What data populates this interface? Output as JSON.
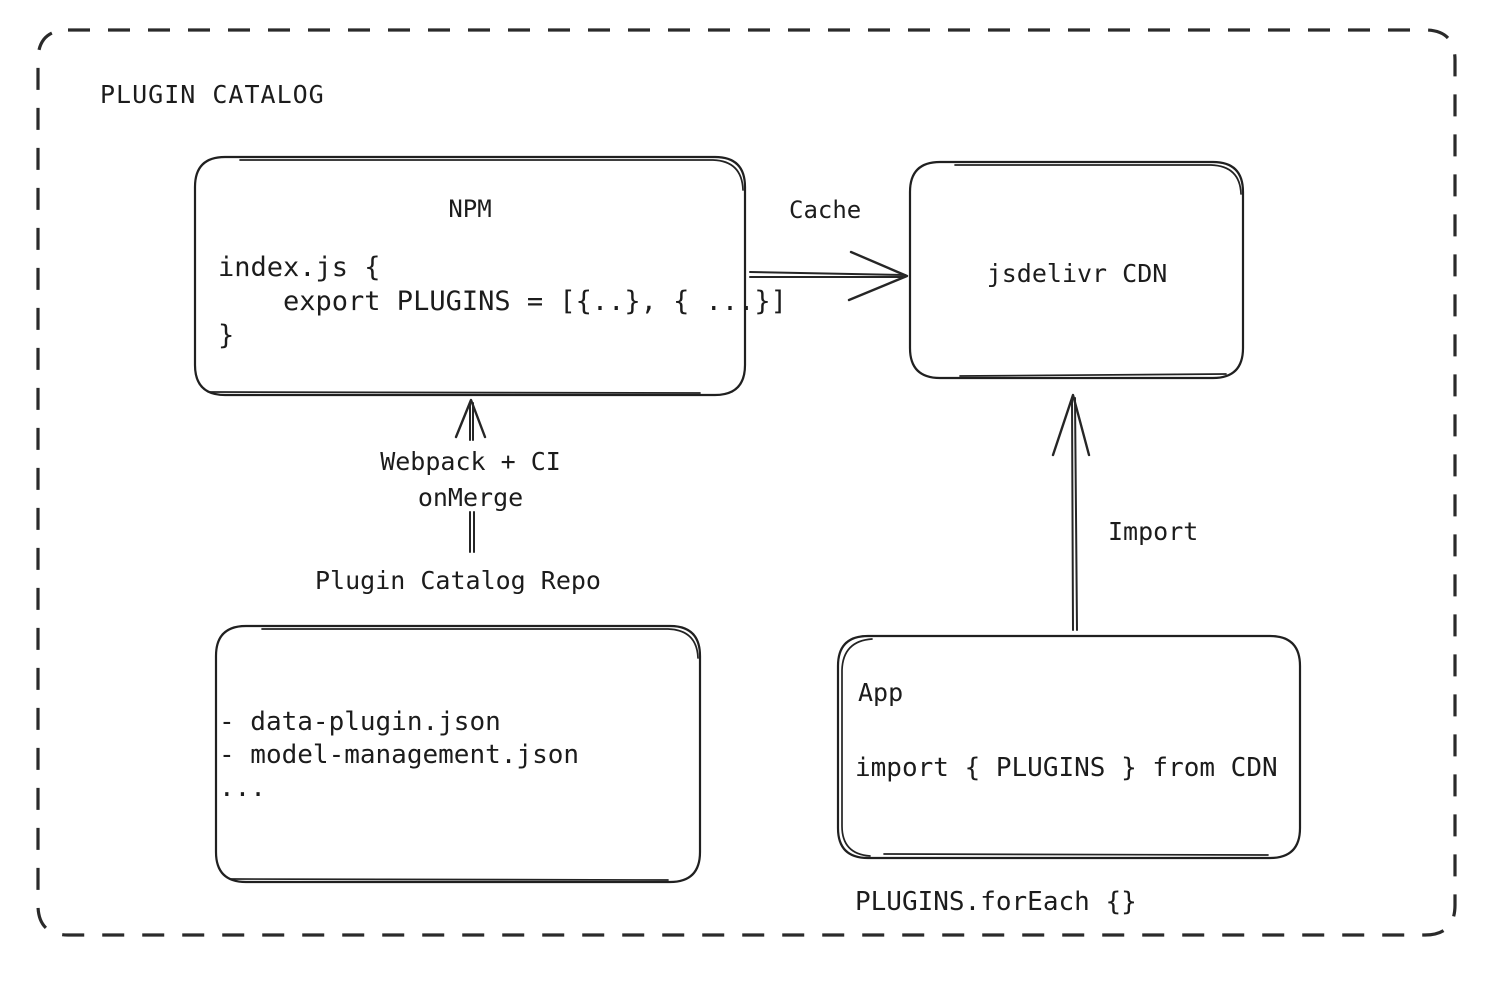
{
  "diagram": {
    "title": "PLUGIN CATALOG",
    "boundary_style": "dashed-rounded"
  },
  "nodes": {
    "npm": {
      "title": "NPM",
      "code": "index.js {\n    export PLUGINS = [{..}, { ...}]\n}"
    },
    "cdn": {
      "title": "jsdelivr CDN"
    },
    "repo": {
      "caption": "Plugin Catalog Repo",
      "files": "- data-plugin.json\n- model-management.json\n..."
    },
    "app": {
      "title": "App",
      "code": "import { PLUGINS } from CDN\n\nPLUGINS.forEach {}"
    }
  },
  "edges": {
    "cache": {
      "label": "Cache",
      "from": "npm",
      "to": "cdn"
    },
    "build": {
      "label": "Webpack + CI\nonMerge",
      "from": "repo",
      "to": "npm"
    },
    "import": {
      "label": "Import",
      "from": "app",
      "to": "cdn"
    }
  },
  "colors": {
    "ink": "#202020",
    "background": "#ffffff"
  }
}
